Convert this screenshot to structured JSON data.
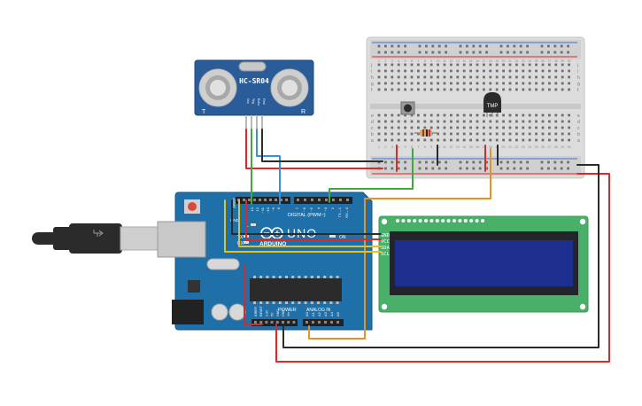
{
  "sensor": {
    "model": "HC-SR04",
    "left_mark": "T",
    "right_mark": "R",
    "pins": [
      "Vcc",
      "Trig",
      "Echo",
      "Gnd"
    ]
  },
  "arduino": {
    "brand": "ARDUINO",
    "model": "UNO",
    "digital_header": "DIGITAL (PWM~)",
    "power_header": "POWER",
    "analog_header": "ANALOG IN",
    "aref": "AREF",
    "gnd": "GND",
    "tx": "TX",
    "rx": "RX",
    "l": "L",
    "on": "ON",
    "digital_pins": [
      "13",
      "12",
      "~11",
      "~10",
      "~9",
      "8",
      "7",
      "~6",
      "~5",
      "4",
      "~3",
      "2",
      "TX→1",
      "RX←0"
    ],
    "power_pins": [
      "IOREF",
      "RESET",
      "3.3V",
      "5V",
      "GND",
      "GND",
      "Vin"
    ],
    "analog_pins": [
      "A0",
      "A1",
      "A2",
      "A3",
      "A4",
      "A5"
    ]
  },
  "lcd": {
    "pin_labels": [
      "GND",
      "VCC",
      "SDA",
      "SCL"
    ]
  },
  "breadboard": {
    "temp_sensor_label": "TMP",
    "row_letters_top": [
      "j",
      "i",
      "h",
      "g",
      "f"
    ],
    "row_letters_bottom": [
      "e",
      "d",
      "c",
      "b",
      "a"
    ],
    "column_numbers": [
      "1",
      "2",
      "3",
      "4",
      "5",
      "6",
      "7",
      "8",
      "9",
      "10",
      "11",
      "12",
      "13",
      "14",
      "15",
      "16",
      "17",
      "18",
      "19",
      "20",
      "21",
      "22",
      "23",
      "24",
      "25",
      "26",
      "27",
      "28",
      "29",
      "30"
    ]
  },
  "colors": {
    "board_blue": "#1f6fa8",
    "sensor_blue": "#2a5c9a",
    "wire_red": "#d92a2a",
    "wire_black": "#2b2b2b",
    "wire_green": "#3fa93f",
    "wire_blue": "#3a8fd8",
    "wire_yellow": "#e2c21c",
    "wire_orange": "#e8931b",
    "lcd_green": "#49b06a",
    "lcd_screen": "#1d2f8f"
  }
}
